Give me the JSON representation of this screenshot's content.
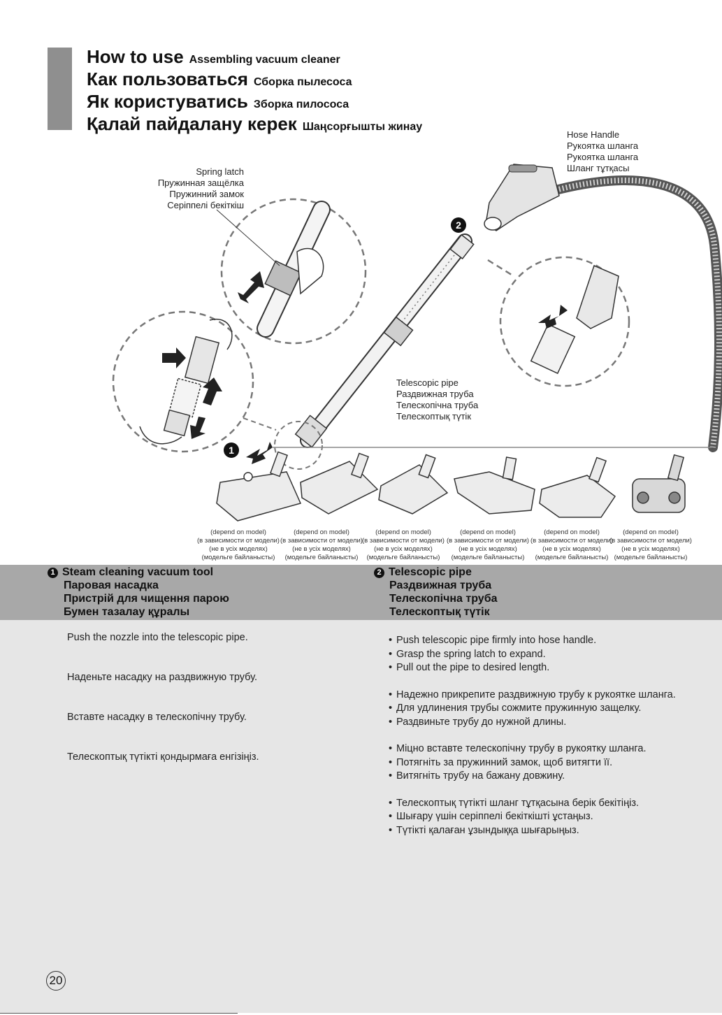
{
  "title": {
    "lines": [
      {
        "main": "How to use",
        "sub": "Assembling vacuum cleaner"
      },
      {
        "main": "Как пользоваться",
        "sub": "Сборка пылесоса"
      },
      {
        "main": "Як користуватись",
        "sub": "Зборка пилососа"
      },
      {
        "main": "Қалай пайдалану керек",
        "sub": "Шаңсорғышты жинау"
      }
    ]
  },
  "figure": {
    "hose_handle": [
      "Hose Handle",
      "Рукоятка шланга",
      "Рукоятка шланга",
      "Шланг тұтқасы"
    ],
    "spring_latch": [
      "Spring latch",
      "Пружинная защёлка",
      "Пружинний замок",
      "Серіппелі бекіткіш"
    ],
    "telescopic_pipe": [
      "Telescopic pipe",
      "Раздвижная труба",
      "Телескопічна труба",
      "Телескоптық түтік"
    ],
    "step_markers": [
      "1",
      "2"
    ],
    "model_notes": [
      [
        "(depend on model)",
        "(в зависимости от модели)",
        "(не в усіх моделях)",
        "(модельге байланысты)"
      ],
      [
        "(depend on model)",
        "(в зависимости от модели)",
        "(не в усіх моделях)",
        "(модельге байланысты)"
      ],
      [
        "(depend on model)",
        "(в зависимости от модели)",
        "(не в усіх моделях)",
        "(модельге байланысты)"
      ],
      [
        "(depend on model)",
        "(в зависимости от модели)",
        "(не в усіх моделях)",
        "(модельге байланысты)"
      ],
      [
        "(depend on model)",
        "(в зависимости от модели)",
        "(не в усіх моделях)",
        "(модельге байланысты)"
      ],
      [
        "(depend on model)",
        "(в зависимости от модели)",
        "(не в усіх моделях)",
        "(модельге байланысты)"
      ]
    ]
  },
  "section1": {
    "badge": "1",
    "headings": [
      "Steam cleaning vacuum tool",
      "Паровая насадка",
      "Пристрій для чищення парою",
      "Бумен тазалау құралы"
    ],
    "paragraphs": [
      "Push the nozzle into the telescopic pipe.",
      "Наденьте насадку на раздвижную трубу.",
      "Вставте насадку в телескопічну трубу.",
      "Телескоптық түтікті қондырмаға енгізіңіз."
    ]
  },
  "section2": {
    "badge": "2",
    "headings": [
      "Telescopic pipe",
      "Раздвижная труба",
      "Телескопічна труба",
      "Телескоптық түтік"
    ],
    "groups": [
      [
        "Push telescopic pipe firmly into hose handle.",
        "Grasp the spring latch to expand.",
        "Pull out the pipe to desired length."
      ],
      [
        "Надежно прикрепите раздвижную трубу к рукоятке шланга.",
        "Для удлинения трубы сожмите пружинную защелку.",
        "Раздвиньте трубу до нужной длины."
      ],
      [
        "Міцно вставте телескопічну трубу в рукоятку шланга.",
        "Потягніть за пружинний замок, щоб витягти її.",
        "Витягніть трубу на бажану довжину."
      ],
      [
        "Телескоптық түтікті шланг тұтқасына берік бекітіңіз.",
        "Шығару үшін серіппелі бекіткішті ұстаңыз.",
        "Түтікті қалаған ұзындыққа шығарыңыз."
      ]
    ]
  },
  "page_number": "20"
}
